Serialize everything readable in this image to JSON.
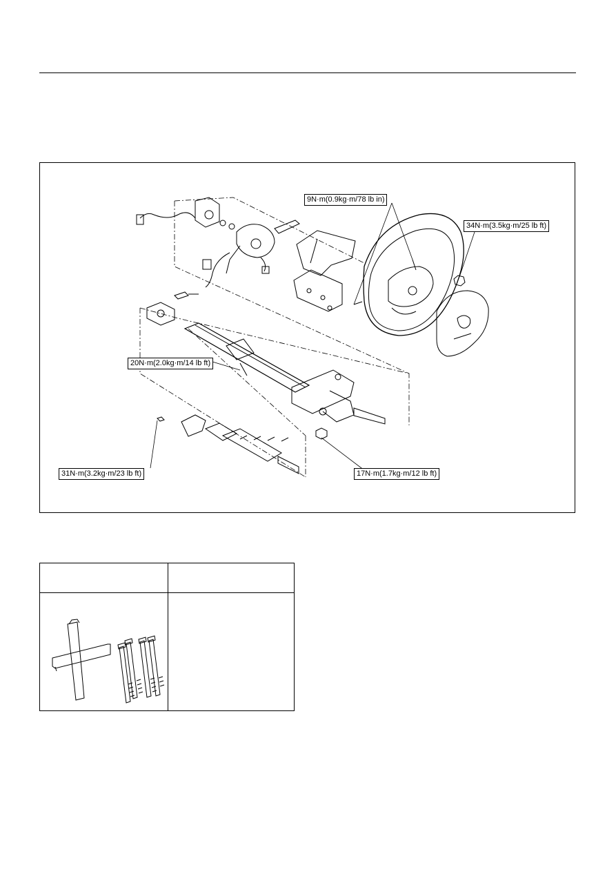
{
  "figure": {
    "callouts": {
      "steering_wheel_bolt": "9N·m(0.9kg·m/78 lb in)",
      "steering_wheel_nut": "34N·m(3.5kg·m/25 lb ft)",
      "column_mount_bolt": "20N·m(2.0kg·m/14 lb ft)",
      "column_lower_nut": "17N·m(1.7kg·m/12 lb ft)",
      "joint_bolt": "31N·m(3.2kg·m/23 lb ft)"
    }
  },
  "tools_table": {
    "headers": [
      "",
      ""
    ],
    "rows": [
      {
        "illustration": "steering-wheel-puller",
        "description": ""
      }
    ]
  }
}
